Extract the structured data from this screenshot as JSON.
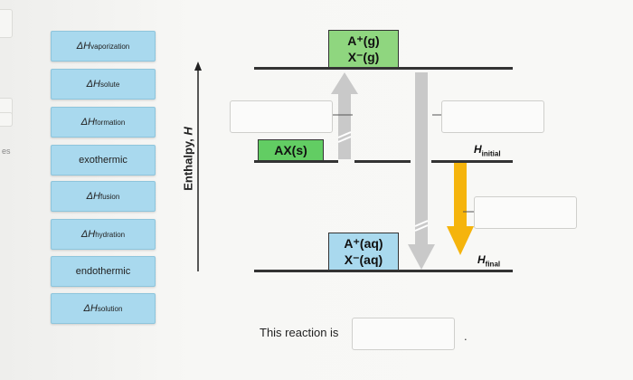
{
  "tiles": [
    {
      "prefix": "ΔH",
      "sub": "vaporization"
    },
    {
      "prefix": "ΔH",
      "sub": "solute"
    },
    {
      "prefix": "ΔH",
      "sub": "formation"
    },
    {
      "prefix": "",
      "sub": "",
      "text": "exothermic"
    },
    {
      "prefix": "ΔH",
      "sub": "fusion"
    },
    {
      "prefix": "ΔH",
      "sub": "hydration"
    },
    {
      "prefix": "",
      "sub": "",
      "text": "endothermic"
    },
    {
      "prefix": "ΔH",
      "sub": "solution"
    }
  ],
  "axis": {
    "label": "Enthalpy, ",
    "symbol": "H"
  },
  "species": {
    "gas_line1": "A⁺(g)",
    "gas_line2": "X⁻(g)",
    "solid": "AX(s)",
    "aq_line1": "A⁺(aq)",
    "aq_line2": "X⁻(aq)"
  },
  "h_initial": {
    "symbol": "H",
    "sub": "initial"
  },
  "h_final": {
    "symbol": "H",
    "sub": "final"
  },
  "sentence": "This reaction is",
  "period": ".",
  "edge_text": "es",
  "colors": {
    "tile": "#a9d9ee",
    "gas_box": "#8fd67f",
    "solid_box": "#62cd63",
    "aq_box": "#a9d9ee",
    "gray_arrow": "#c9c9c9",
    "orange_arrow": "#f5b40c"
  }
}
